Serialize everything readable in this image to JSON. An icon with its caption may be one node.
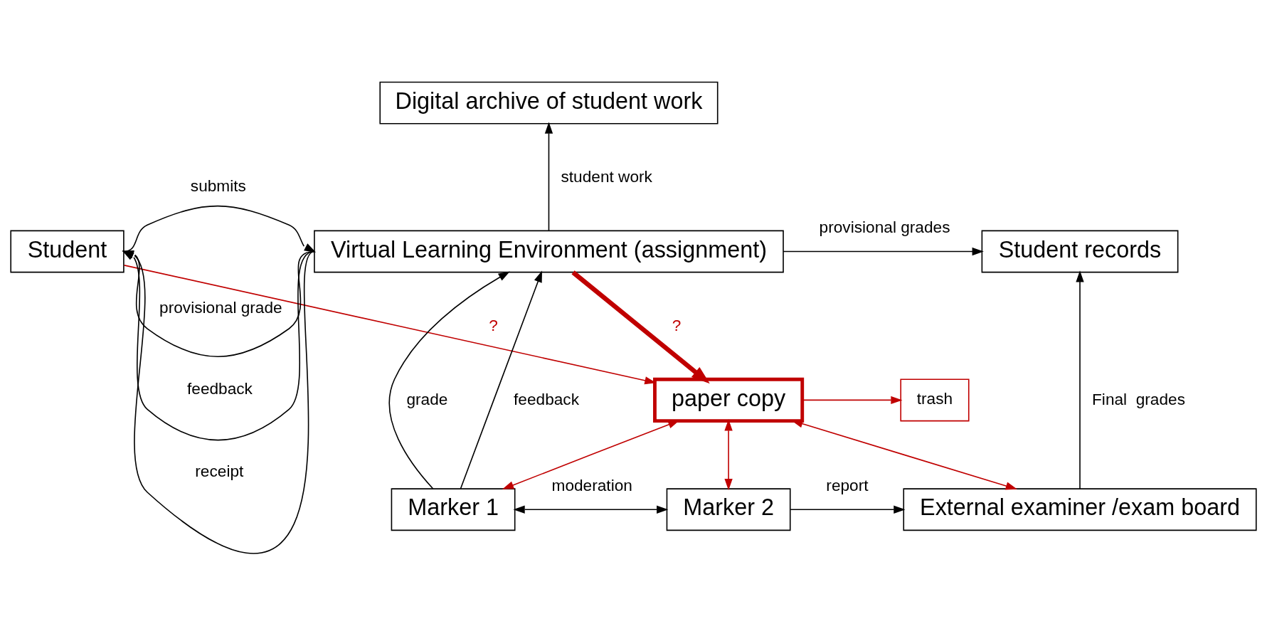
{
  "diagram": {
    "nodes": [
      {
        "text": [
          "Student"
        ]
      },
      {
        "text": [
          "Virtual Learning Environment (assignment)"
        ]
      },
      {
        "text": [
          "Digital archive of student work"
        ]
      },
      {
        "text": [
          "Student records"
        ]
      },
      {
        "text": [
          "paper copy"
        ]
      },
      {
        "text": [
          "trash"
        ]
      },
      {
        "text": [
          "Marker 1"
        ]
      },
      {
        "text": [
          "Marker 2"
        ]
      },
      {
        "text": [
          "External examiner /exam board"
        ]
      }
    ],
    "edges": [
      {
        "from": 1,
        "to": 0,
        "arrow": "to",
        "label": "provisional grade"
      },
      {
        "from": 1,
        "to": 0,
        "arrow": "to",
        "label": "feedback"
      },
      {
        "from": 1,
        "to": 0,
        "arrow": "to",
        "label": "receipt"
      },
      {
        "from": 0,
        "to": 1,
        "arrow": "to",
        "label": "submits"
      },
      {
        "from": 1,
        "to": 2,
        "arrow": "to",
        "label": "student work"
      },
      {
        "from": 1,
        "to": 3,
        "arrow": "to",
        "label": "provisional grades"
      },
      {
        "from": 0,
        "to": 4,
        "arrow": "to",
        "label": "?",
        "color": "#c00000"
      },
      {
        "from": 1,
        "to": 4,
        "arrow": "to",
        "label": "?",
        "style": "thick",
        "color": "#c00000"
      },
      {
        "from": 4,
        "to": 5,
        "arrow": "to",
        "color": "#c00000"
      },
      {
        "from": 6,
        "to": 1,
        "arrow": "to",
        "label": "grade"
      },
      {
        "from": 6,
        "to": 1,
        "arrow": "to",
        "label": "feedback"
      },
      {
        "from": 4,
        "to": 6,
        "arrow": "both",
        "color": "#c00000"
      },
      {
        "from": 4,
        "to": 7,
        "arrow": "both",
        "color": "#c00000"
      },
      {
        "from": 4,
        "to": 8,
        "arrow": "both",
        "color": "#c00000"
      },
      {
        "from": 6,
        "to": 7,
        "arrow": "both",
        "label": "moderation"
      },
      {
        "from": 7,
        "to": 8,
        "arrow": "to",
        "label": "report"
      },
      {
        "from": 8,
        "to": 3,
        "arrow": "to",
        "label": "Final  grades"
      }
    ]
  }
}
